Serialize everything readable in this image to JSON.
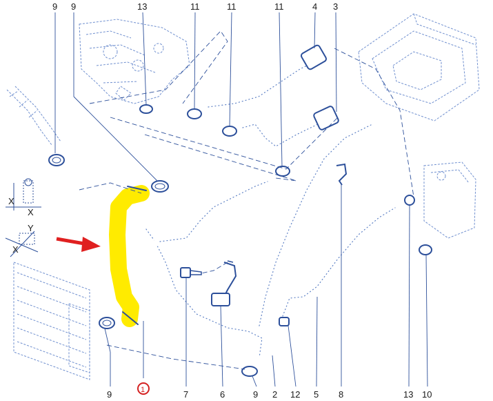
{
  "diagram": {
    "callouts_top": [
      "9",
      "9",
      "13",
      "11",
      "11",
      "11",
      "4",
      "3"
    ],
    "callouts_bottom": [
      "9",
      "1",
      "7",
      "6",
      "9",
      "2",
      "12",
      "5",
      "8",
      "13",
      "10"
    ],
    "highlight_color": "#ffeb00",
    "line_color": "#2c4f9a",
    "arrow_color": "#e02020",
    "marker_color": "#d42020",
    "highlighted_part": "1",
    "axis_labels": [
      "X",
      "X",
      "Y",
      "X"
    ]
  }
}
